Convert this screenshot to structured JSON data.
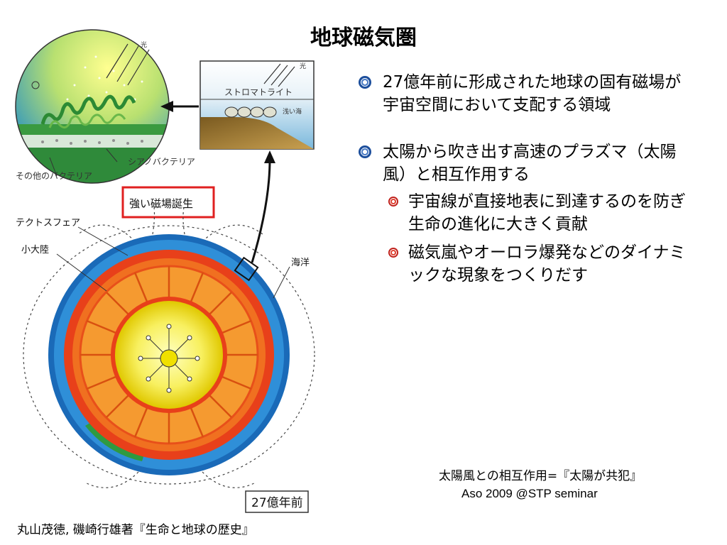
{
  "title": "地球磁気圏",
  "figure": {
    "light_label_top": "光",
    "light_label_right": "光",
    "stromatolite_label": "ストロマトライト",
    "shallow_sea_label": "浅い海",
    "cyanobacteria_label": "シアノバクテリア",
    "other_bacteria_label": "その他のバクテリア",
    "strong_field_label": "強い磁場誕生",
    "tectosphere_label": "テクトスフェア",
    "small_continent_label": "小大陸",
    "ocean_label": "海洋",
    "age_label": "27億年前"
  },
  "bullets": {
    "item1": "27億年前に形成された地球の固有磁場が宇宙空間において支配する領域",
    "item2": "太陽から吹き出す高速のプラズマ（太陽風）と相互作用する",
    "sub1": "宇宙線が直接地表に到達するのを防ぎ生命の進化に大きく貢献",
    "sub2": "磁気嵐やオーロラ爆発などのダイナミックな現象をつくりだす"
  },
  "notes": {
    "line1": "太陽風との相互作用=『太陽が共犯』",
    "line2": "Aso 2009 @STP seminar"
  },
  "credit": "丸山茂徳, 磯崎行雄著『生命と地球の歴史』",
  "colors": {
    "core": "#f2e600",
    "mantle": "#f07020",
    "ocean": "#2f8fd8",
    "continent": "#2f9a40",
    "highlight_box": "#e02020",
    "bullet_main": "#1d4f9c",
    "bullet_sub": "#c0201a"
  }
}
